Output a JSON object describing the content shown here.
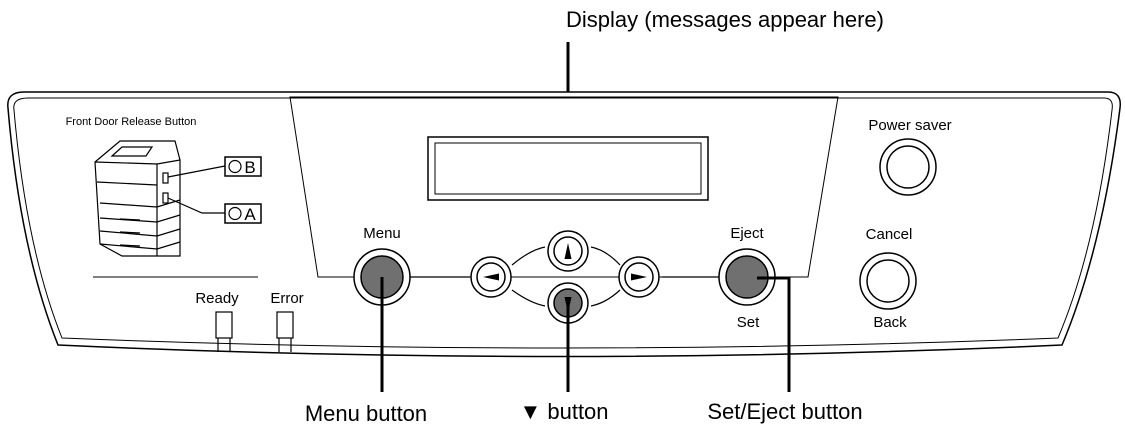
{
  "callouts": {
    "display": "Display (messages appear here)",
    "menu_button": "Menu button",
    "down_button": "▼ button",
    "set_eject_button": "Set/Eject button"
  },
  "panel": {
    "front_door_release": "Front Door Release Button",
    "door_b": "B",
    "door_a": "A",
    "ready": "Ready",
    "error": "Error",
    "menu": "Menu",
    "eject": "Eject",
    "set": "Set",
    "power_saver": "Power saver",
    "cancel": "Cancel",
    "back": "Back"
  },
  "colors": {
    "pressed_button_fill": "#707070",
    "line": "#000000",
    "background": "#ffffff"
  },
  "icons": {
    "left_arrow": "left-arrow-icon",
    "right_arrow": "right-arrow-icon",
    "up_arrow": "up-arrow-icon",
    "down_arrow": "down-arrow-icon",
    "printer": "printer-icon"
  }
}
